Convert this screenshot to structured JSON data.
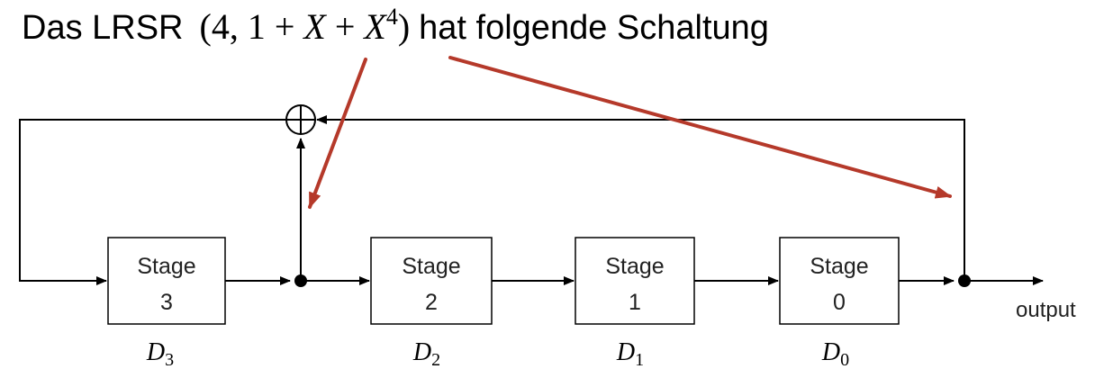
{
  "title": {
    "prefix": "Das LRSR",
    "open": "(4,",
    "poly_const": "1 +",
    "poly_x": "X",
    "poly_plus": "+",
    "poly_x4": "X",
    "poly_exp": "4",
    "close": ")",
    "suffix": "hat folgende Schaltung"
  },
  "stages": [
    {
      "label": "Stage",
      "number": "3",
      "d": "D",
      "d_sub": "3"
    },
    {
      "label": "Stage",
      "number": "2",
      "d": "D",
      "d_sub": "2"
    },
    {
      "label": "Stage",
      "number": "1",
      "d": "D",
      "d_sub": "1"
    },
    {
      "label": "Stage",
      "number": "0",
      "d": "D",
      "d_sub": "0"
    }
  ],
  "output_label": "output",
  "colors": {
    "line": "#000000",
    "annotation_arrow": "#b5392a",
    "stage_border": "#000000",
    "stage_text": "#222222"
  },
  "icons": {
    "xor": "circled-plus-icon"
  }
}
